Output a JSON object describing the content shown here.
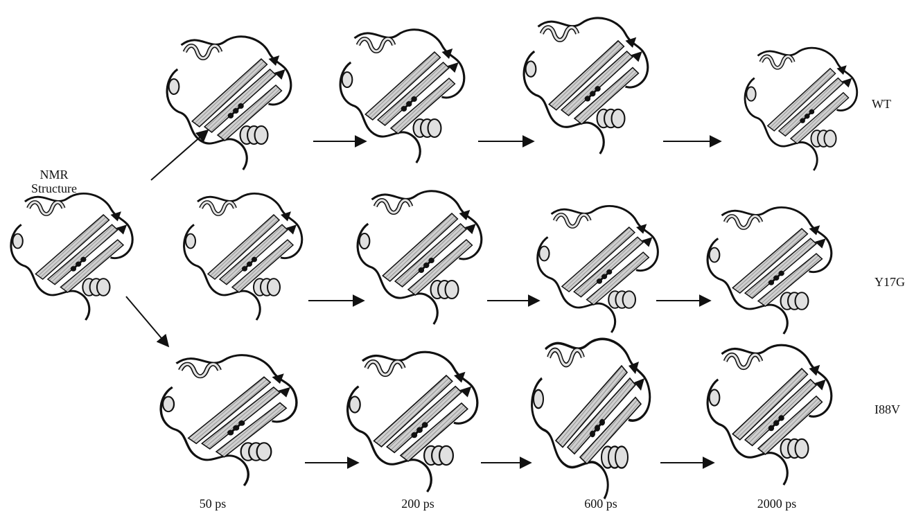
{
  "diagram": {
    "start_label": "NMR\nStructure",
    "rows": [
      {
        "label": "WT"
      },
      {
        "label": "Y17G"
      },
      {
        "label": "I88V"
      }
    ],
    "time_points": [
      "50 ps",
      "200 ps",
      "600 ps",
      "2000 ps"
    ],
    "colors": {
      "ink": "#111111",
      "ribbon_fill": "#bdbdbd",
      "helix_fill": "#d9d9d9"
    }
  }
}
